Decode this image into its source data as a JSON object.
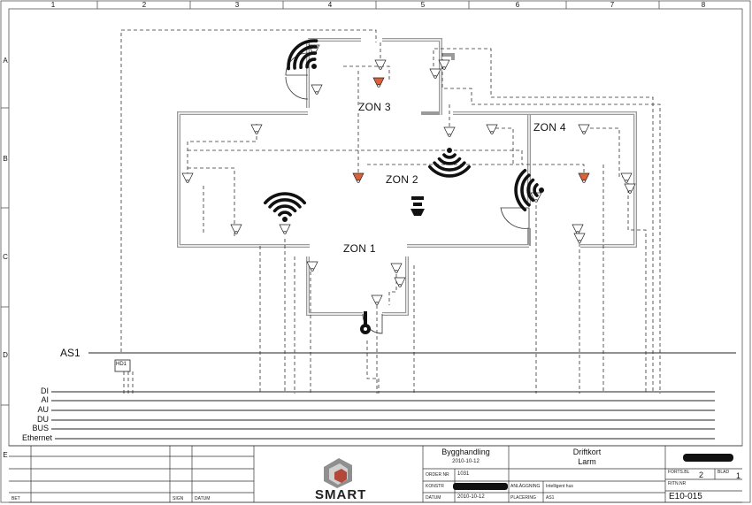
{
  "grid": {
    "columns": [
      "1",
      "2",
      "3",
      "4",
      "5",
      "6",
      "7",
      "8"
    ],
    "rows": [
      "A",
      "B",
      "C",
      "D",
      "E"
    ]
  },
  "zones": {
    "zone1": "ZON 1",
    "zone2": "ZON 2",
    "zone3": "ZON 3",
    "zone4": "ZON 4"
  },
  "bus": {
    "main_label": "AS1",
    "lines": [
      "DI",
      "AI",
      "AU",
      "DU",
      "BUS",
      "Ethernet"
    ],
    "hd_label": "HD1"
  },
  "title_block": {
    "bet": "BET",
    "sign": "SIGN",
    "datum_header": "DATUM",
    "document_type": "Bygghandling",
    "document_date": "2010-10-12",
    "order_nr_label": "ORDER NR",
    "order_nr": "1031",
    "konstr_label": "KONSTR",
    "datum_label": "DATUM",
    "datum": "2010-10-12",
    "title_line1": "Driftkort",
    "title_line2": "Larm",
    "anlaggning_label": "ANLÄGGNING",
    "anlaggning": "Intelligent hus",
    "placering_label": "PLACERING",
    "placering": "AS1",
    "forts_bl_label": "FORTS.BL",
    "forts_bl": "2",
    "blad_label": "BLAD",
    "blad": "1",
    "ritn_nr_label": "RITN.NR",
    "ritn_nr": "E10-015",
    "logo_text": "SMART"
  },
  "colors": {
    "wall": "#9a9a9a",
    "line": "#222222",
    "detector_accent": "#d9623b"
  }
}
